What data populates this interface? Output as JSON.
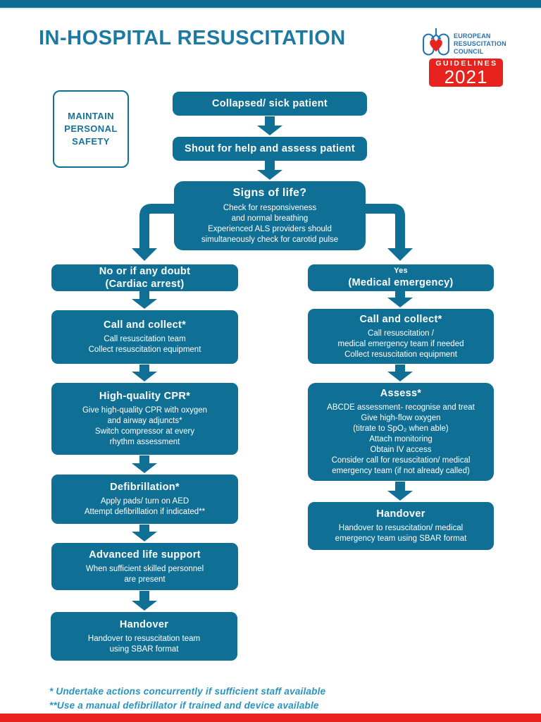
{
  "page": {
    "title": "IN-HOSPITAL RESUSCITATION",
    "colors": {
      "teal_box": "#0f6f95",
      "teal_topbar": "#0d6d92",
      "title_teal": "#1b7aa4",
      "red": "#e8231d",
      "logo_blue": "#2470b5",
      "footnote_teal": "#2a93c1"
    }
  },
  "logo": {
    "icon": "lungs-heart-icon",
    "org_name": "EUROPEAN\nRESUSCITATION\nCOUNCIL",
    "banner_label": "GUIDELINES",
    "banner_year": "2021"
  },
  "safety": {
    "label": "MAINTAIN\nPERSONAL\nSAFETY"
  },
  "flow": {
    "collapsed": {
      "title": "Collapsed/ sick patient"
    },
    "shout": {
      "title": "Shout for help and assess patient"
    },
    "signs": {
      "title": "Signs of life?",
      "body": "Check for responsiveness\nand normal breathing\nExperienced ALS providers should\nsimultaneously check for carotid pulse"
    },
    "left": {
      "header": "No or if any doubt\n(Cardiac arrest)",
      "steps": [
        {
          "title": "Call and collect*",
          "body": "Call resuscitation team\nCollect resuscitation equipment"
        },
        {
          "title": "High-quality CPR*",
          "body": "Give high-quality CPR with oxygen\nand airway adjuncts*\nSwitch compressor at every\nrhythm assessment"
        },
        {
          "title": "Defibrillation*",
          "body": "Apply pads/ turn on AED\nAttempt defibrillation if indicated**"
        },
        {
          "title": "Advanced life support",
          "body": "When sufficient skilled personnel\nare present"
        },
        {
          "title": "Handover",
          "body": "Handover to resuscitation team\nusing SBAR format"
        }
      ]
    },
    "right": {
      "header_yes": "Yes",
      "header_sub": "(Medical emergency)",
      "steps": [
        {
          "title": "Call and collect*",
          "body": "Call resuscitation /\nmedical emergency team if needed\nCollect resuscitation equipment"
        },
        {
          "title": "Assess*",
          "body": "ABCDE assessment- recognise and treat\nGive high-flow oxygen\n(titrate to SpO₂ when able)\nAttach monitoring\nObtain IV access\nConsider call for resuscitation/ medical\nemergency team (if not already called)"
        },
        {
          "title": "Handover",
          "body": "Handover to resuscitation/ medical\nemergency team using SBAR format"
        }
      ]
    }
  },
  "footnotes": [
    "* Undertake actions concurrently if sufficient staff available",
    "**Use a manual defibrillator if trained and device available"
  ]
}
